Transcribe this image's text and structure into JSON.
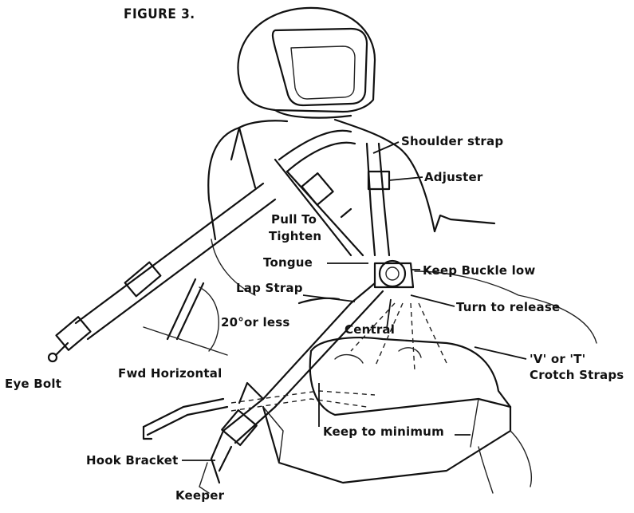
{
  "figure": {
    "title": "FIGURE 3."
  },
  "labels": {
    "shoulder_strap": "Shoulder strap",
    "adjuster": "Adjuster",
    "pull_to_tighten_line1": "Pull To",
    "pull_to_tighten_line2": "Tighten",
    "tongue": "Tongue",
    "keep_buckle_low": "Keep Buckle low",
    "lap_strap": "Lap Strap",
    "turn_to_release": "Turn to release",
    "central": "Central",
    "angle": "20°or less",
    "eye_bolt": "Eye Bolt",
    "fwd_horizontal": "Fwd Horizontal",
    "crotch_straps_line1": "'V' or 'T'",
    "crotch_straps_line2": "Crotch Straps",
    "keep_to_minimum": "Keep to minimum",
    "hook_bracket": "Hook Bracket",
    "keeper": "Keeper"
  }
}
